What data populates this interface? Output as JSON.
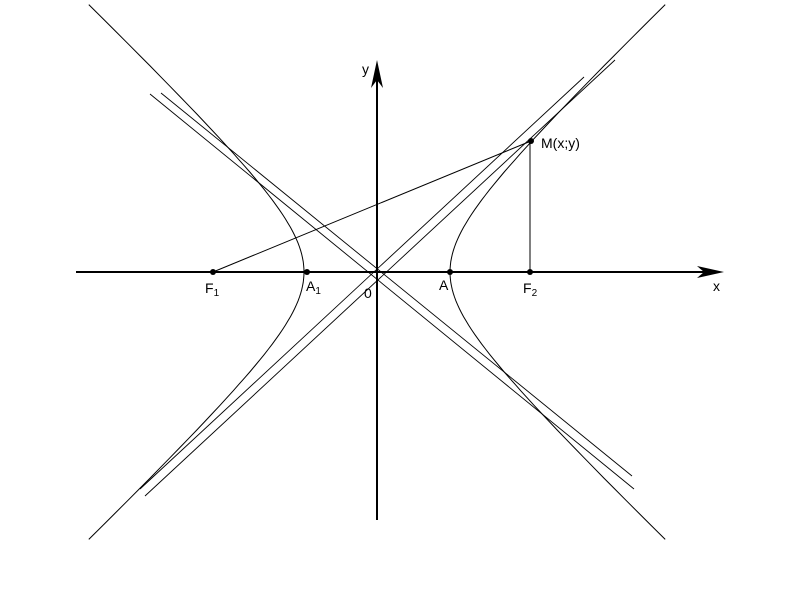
{
  "labels": {
    "y_axis": "y",
    "x_axis": "x",
    "origin": "0",
    "point_m": "M(x;y)",
    "vertex_right": "A",
    "vertex_left": "A",
    "vertex_left_sub": "1",
    "focus_left": "F",
    "focus_left_sub": "1",
    "focus_right": "F",
    "focus_right_sub": "2"
  },
  "colors": {
    "stroke": "#000000"
  }
}
